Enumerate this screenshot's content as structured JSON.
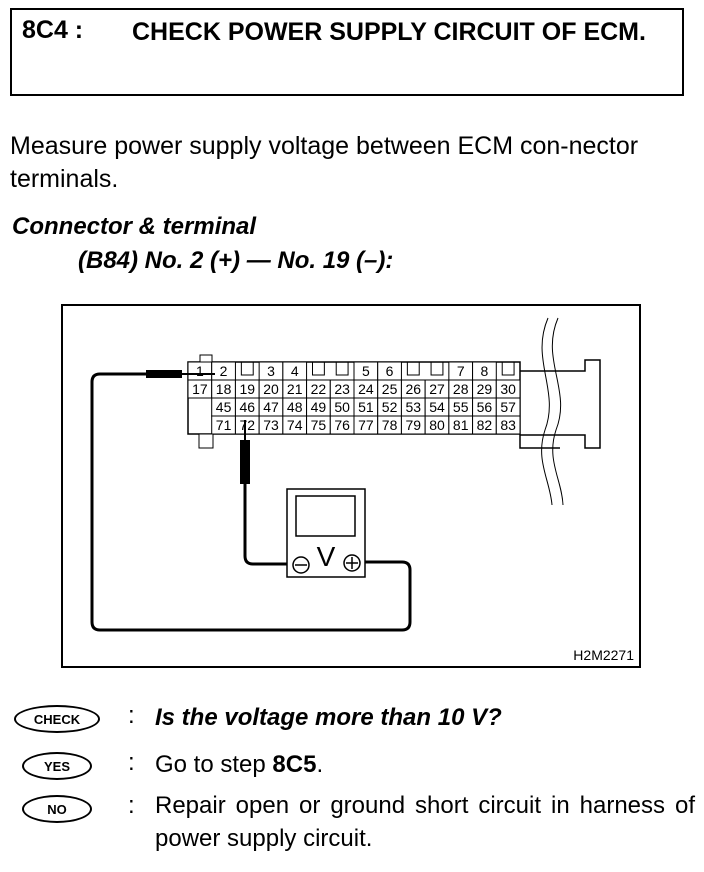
{
  "header": {
    "step": "8C4 :",
    "title": "CHECK POWER SUPPLY CIRCUIT OF ECM."
  },
  "instruction": "Measure power supply voltage between ECM con-nector terminals.",
  "connector_label": "Connector & terminal",
  "terminal_spec": "(B84) No. 2 (+) — No. 19 (–):",
  "diagram": {
    "figure_id": "H2M2271",
    "meter_symbol": "V",
    "rows": [
      [
        "1",
        "2",
        "",
        "3",
        "4",
        "",
        "",
        "5",
        "6",
        "",
        "",
        "7",
        "8",
        ""
      ],
      [
        "17",
        "18",
        "19",
        "20",
        "21",
        "22",
        "23",
        "24",
        "25",
        "26",
        "27",
        "28",
        "29",
        "30"
      ],
      [
        "",
        "45",
        "46",
        "47",
        "48",
        "49",
        "50",
        "51",
        "52",
        "53",
        "54",
        "55",
        "56",
        "57"
      ],
      [
        "",
        "71",
        "72",
        "73",
        "74",
        "75",
        "76",
        "77",
        "78",
        "79",
        "80",
        "81",
        "82",
        "83"
      ]
    ]
  },
  "check": {
    "badge": "CHECK",
    "text": "Is the voltage more than 10 V?"
  },
  "yes": {
    "badge": "YES",
    "text_prefix": "Go to step ",
    "step": "8C5",
    "text_suffix": "."
  },
  "no": {
    "badge": "NO",
    "text": "Repair open or ground short circuit in harness of power supply circuit."
  }
}
